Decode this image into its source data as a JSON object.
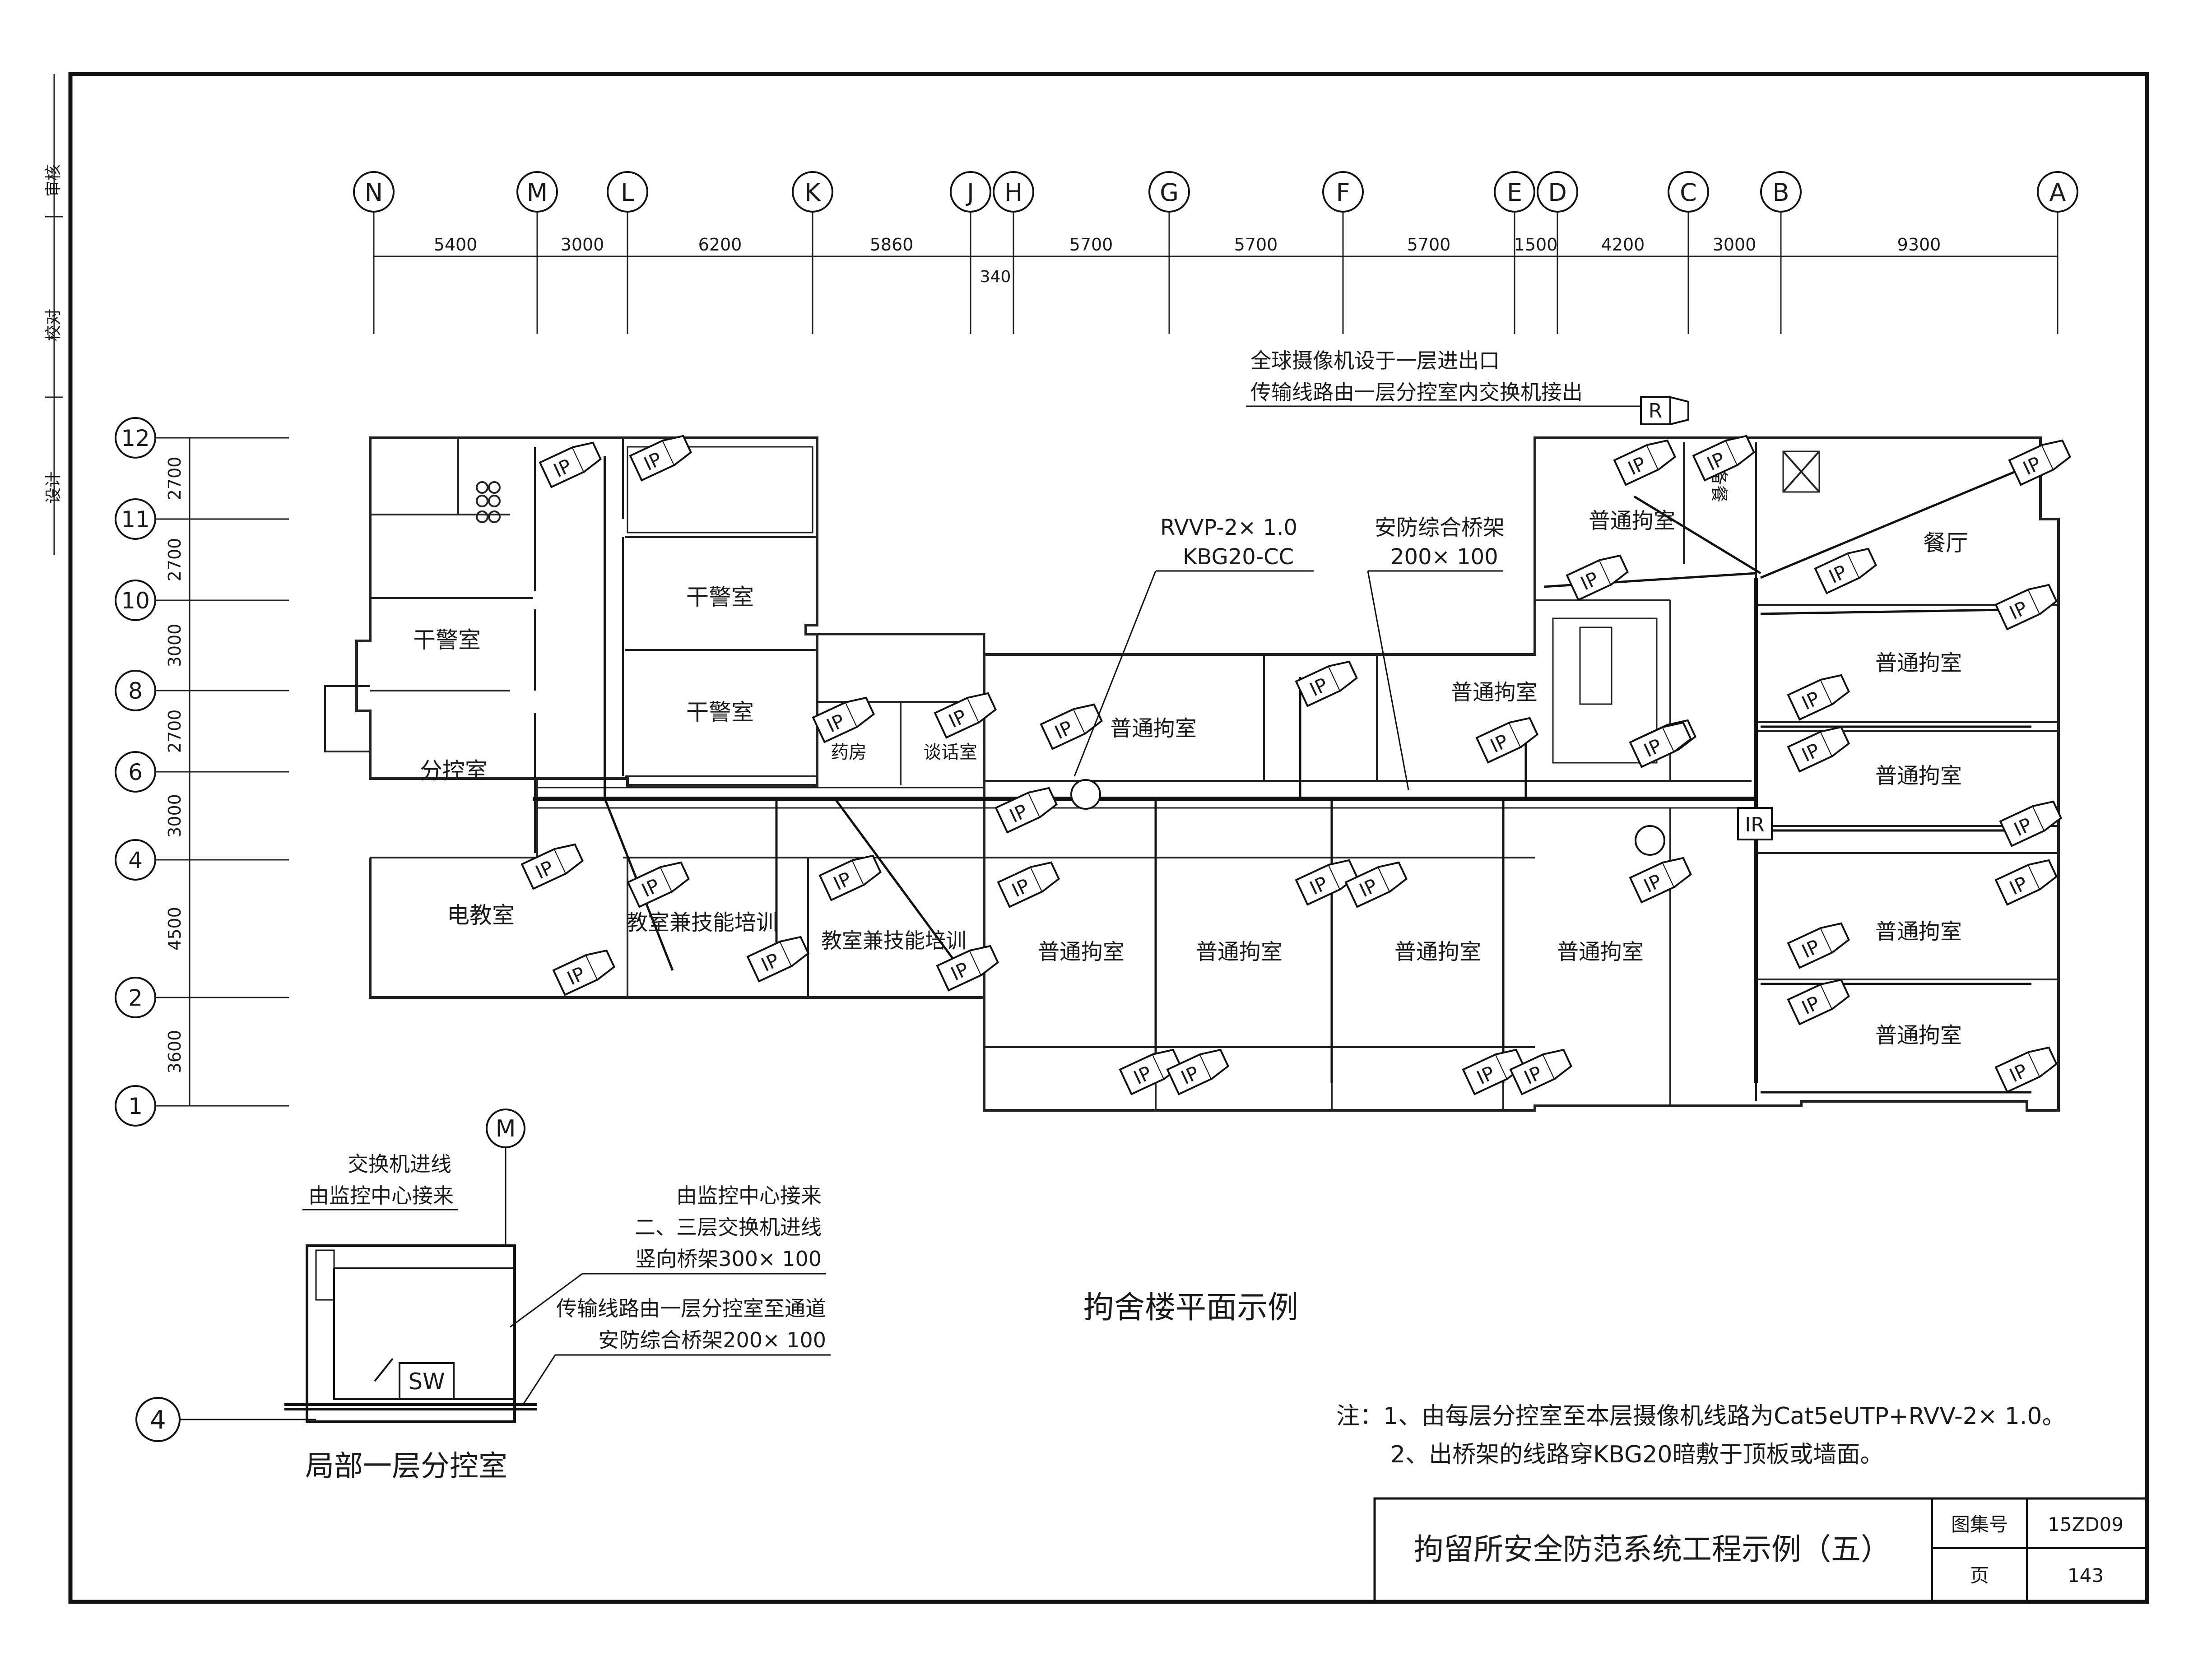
{
  "sidebar_labels": [
    "审核",
    "校对",
    "设计"
  ],
  "column_axes": [
    "N",
    "M",
    "L",
    "K",
    "J",
    "H",
    "G",
    "F",
    "E",
    "D",
    "C",
    "B",
    "A"
  ],
  "column_dims": [
    "5400",
    "3000",
    "6200",
    "5860",
    "5700",
    "5700",
    "5700",
    "1500",
    "4200",
    "3000",
    "9300"
  ],
  "column_dim_small": "340",
  "row_axes": [
    "12",
    "11",
    "10",
    "8",
    "6",
    "4",
    "2",
    "1"
  ],
  "row_dims": [
    "2700",
    "2700",
    "3000",
    "2700",
    "3000",
    "4500",
    "3600"
  ],
  "notes_top": {
    "line1": "全球摄像机设于一层进出口",
    "line2": "传输线路由一层分控室内交换机接出"
  },
  "cable_label": {
    "line1": "RVVP-2× 1.0",
    "line2": "KBG20-CC"
  },
  "tray_label": {
    "line1": "安防综合桥架",
    "line2": "200× 100"
  },
  "rooms": {
    "gan_jing_1": "干警室",
    "gan_jing_2": "干警室",
    "gan_jing_3": "干警室",
    "fen_kong": "分控室",
    "dian_jiao": "电教室",
    "jiaoshi_1": "教室兼技能培训",
    "jiaoshi_2": "教室兼技能培训",
    "yao_fang": "药房",
    "tan_hua": "谈话室",
    "can_ting": "餐厅",
    "bei_can": "备餐",
    "putong": "普通拘室"
  },
  "device_labels": {
    "ip": "IP",
    "r": "R",
    "ir": "IR",
    "sw": "SW"
  },
  "plan_title": "拘舍楼平面示例",
  "inset": {
    "axis_m": "M",
    "axis_4": "4",
    "label1_line1": "交换机进线",
    "label1_line2": "由监控中心接来",
    "label2_line1": "由监控中心接来",
    "label2_line2": "二、三层交换机进线",
    "label2_line3": "竖向桥架300× 100",
    "label3_line1": "传输线路由一层分控室至通道",
    "label3_line2": "安防综合桥架200× 100",
    "title": "局部一层分控室"
  },
  "notes_bottom": {
    "line1": "注：1、由每层分控室至本层摄像机线路为Cat5eUTP+RVV-2× 1.0。",
    "line2": "2、出桥架的线路穿KBG20暗敷于顶板或墙面。"
  },
  "title_block": {
    "title": "拘留所安全防范系统工程示例（五）",
    "atlas_label": "图集号",
    "atlas_value": "15ZD09",
    "page_label": "页",
    "page_value": "143"
  }
}
